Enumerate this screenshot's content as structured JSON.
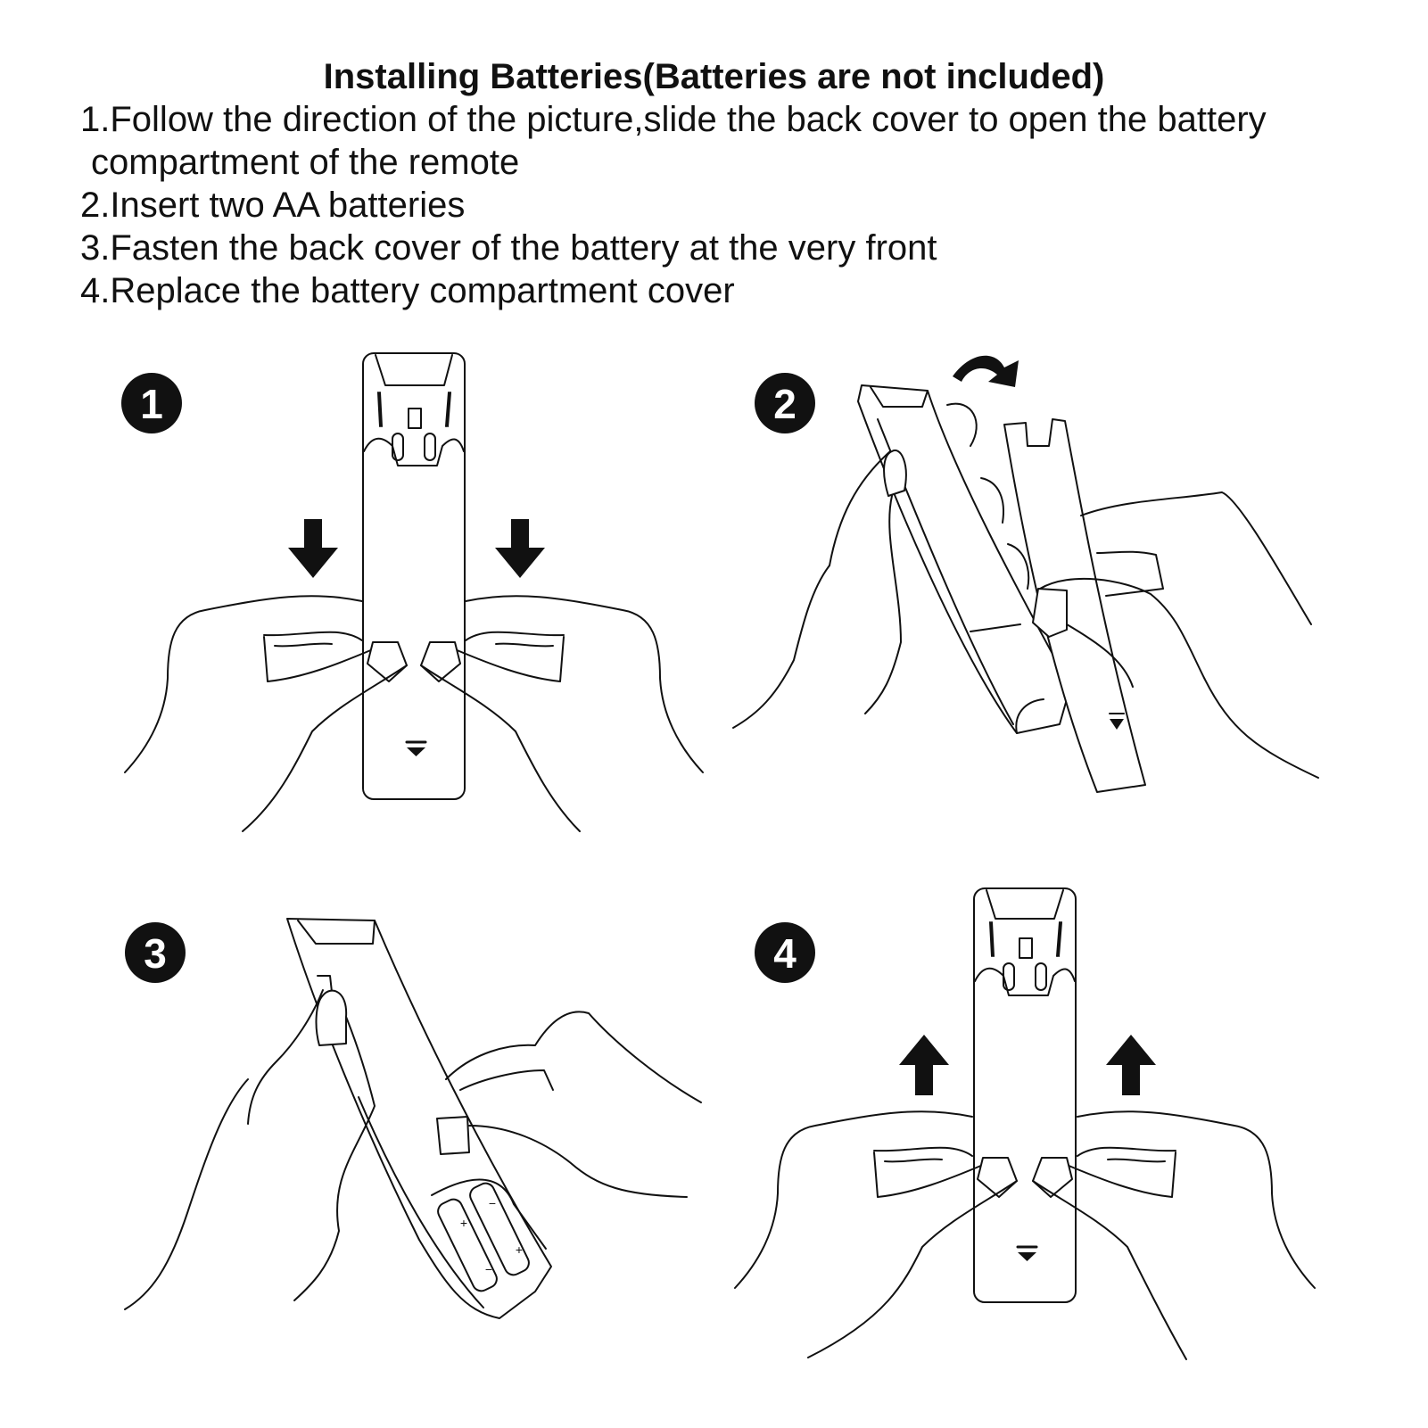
{
  "title": "Installing Batteries(Batteries are not included)",
  "steps": [
    "1.Follow the direction of the picture,slide the back cover to open the battery",
    "compartment of the remote",
    "2.Insert two AA batteries",
    "3.Fasten the back cover of the battery at the very front",
    "4.Replace the battery compartment cover"
  ],
  "panels": [
    {
      "number": "1",
      "arrow": "down-arrow-icon"
    },
    {
      "number": "2",
      "arrow": "curved-arrow-icon"
    },
    {
      "number": "3",
      "arrow": ""
    },
    {
      "number": "4",
      "arrow": "up-arrow-icon"
    }
  ],
  "battery_marks": {
    "plus": "+",
    "minus": "−"
  }
}
